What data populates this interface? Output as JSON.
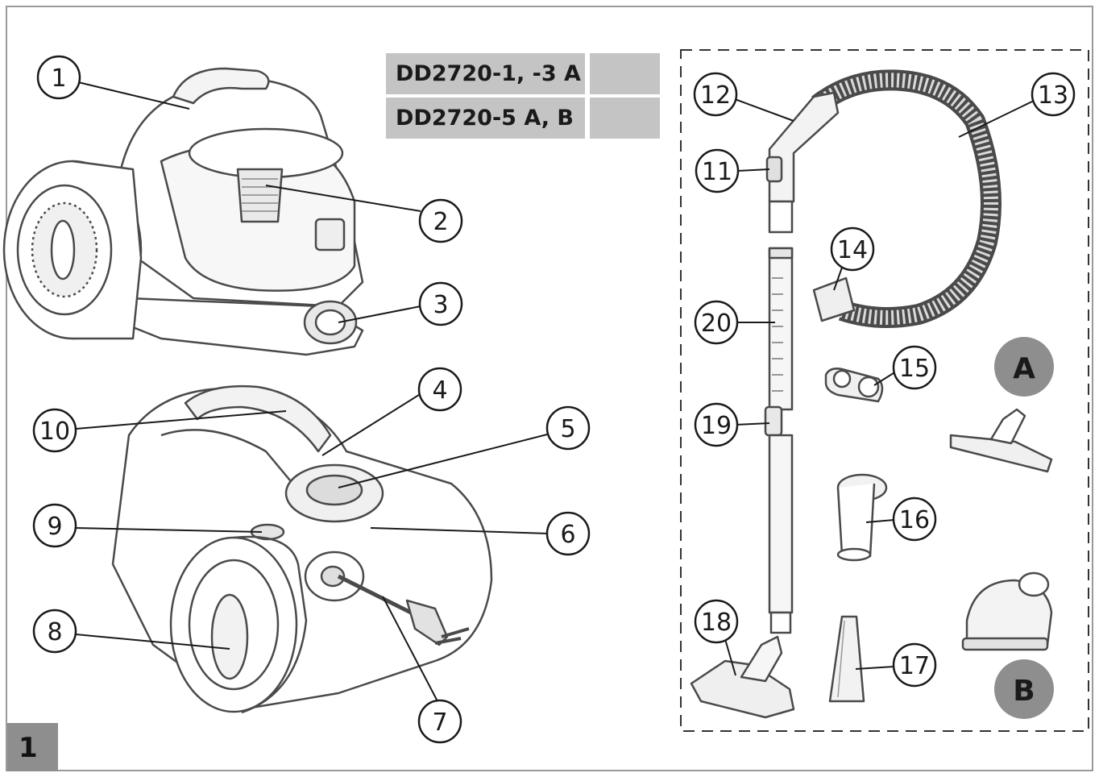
{
  "figure_number": "1",
  "models": [
    {
      "name": "DD2720-1, -3 A"
    },
    {
      "name": "DD2720-5 A, B"
    }
  ],
  "callouts": [
    "1",
    "2",
    "3",
    "4",
    "5",
    "6",
    "7",
    "8",
    "9",
    "10",
    "11",
    "12",
    "13",
    "14",
    "15",
    "16",
    "17",
    "18",
    "19",
    "20"
  ],
  "set_labels": {
    "a": "A",
    "b": "B"
  },
  "colors": {
    "frame": "#9a9a9a",
    "table_fill": "#c4c4c4",
    "badge_fill": "#8e8e8e",
    "line": "#1a1a1a"
  }
}
